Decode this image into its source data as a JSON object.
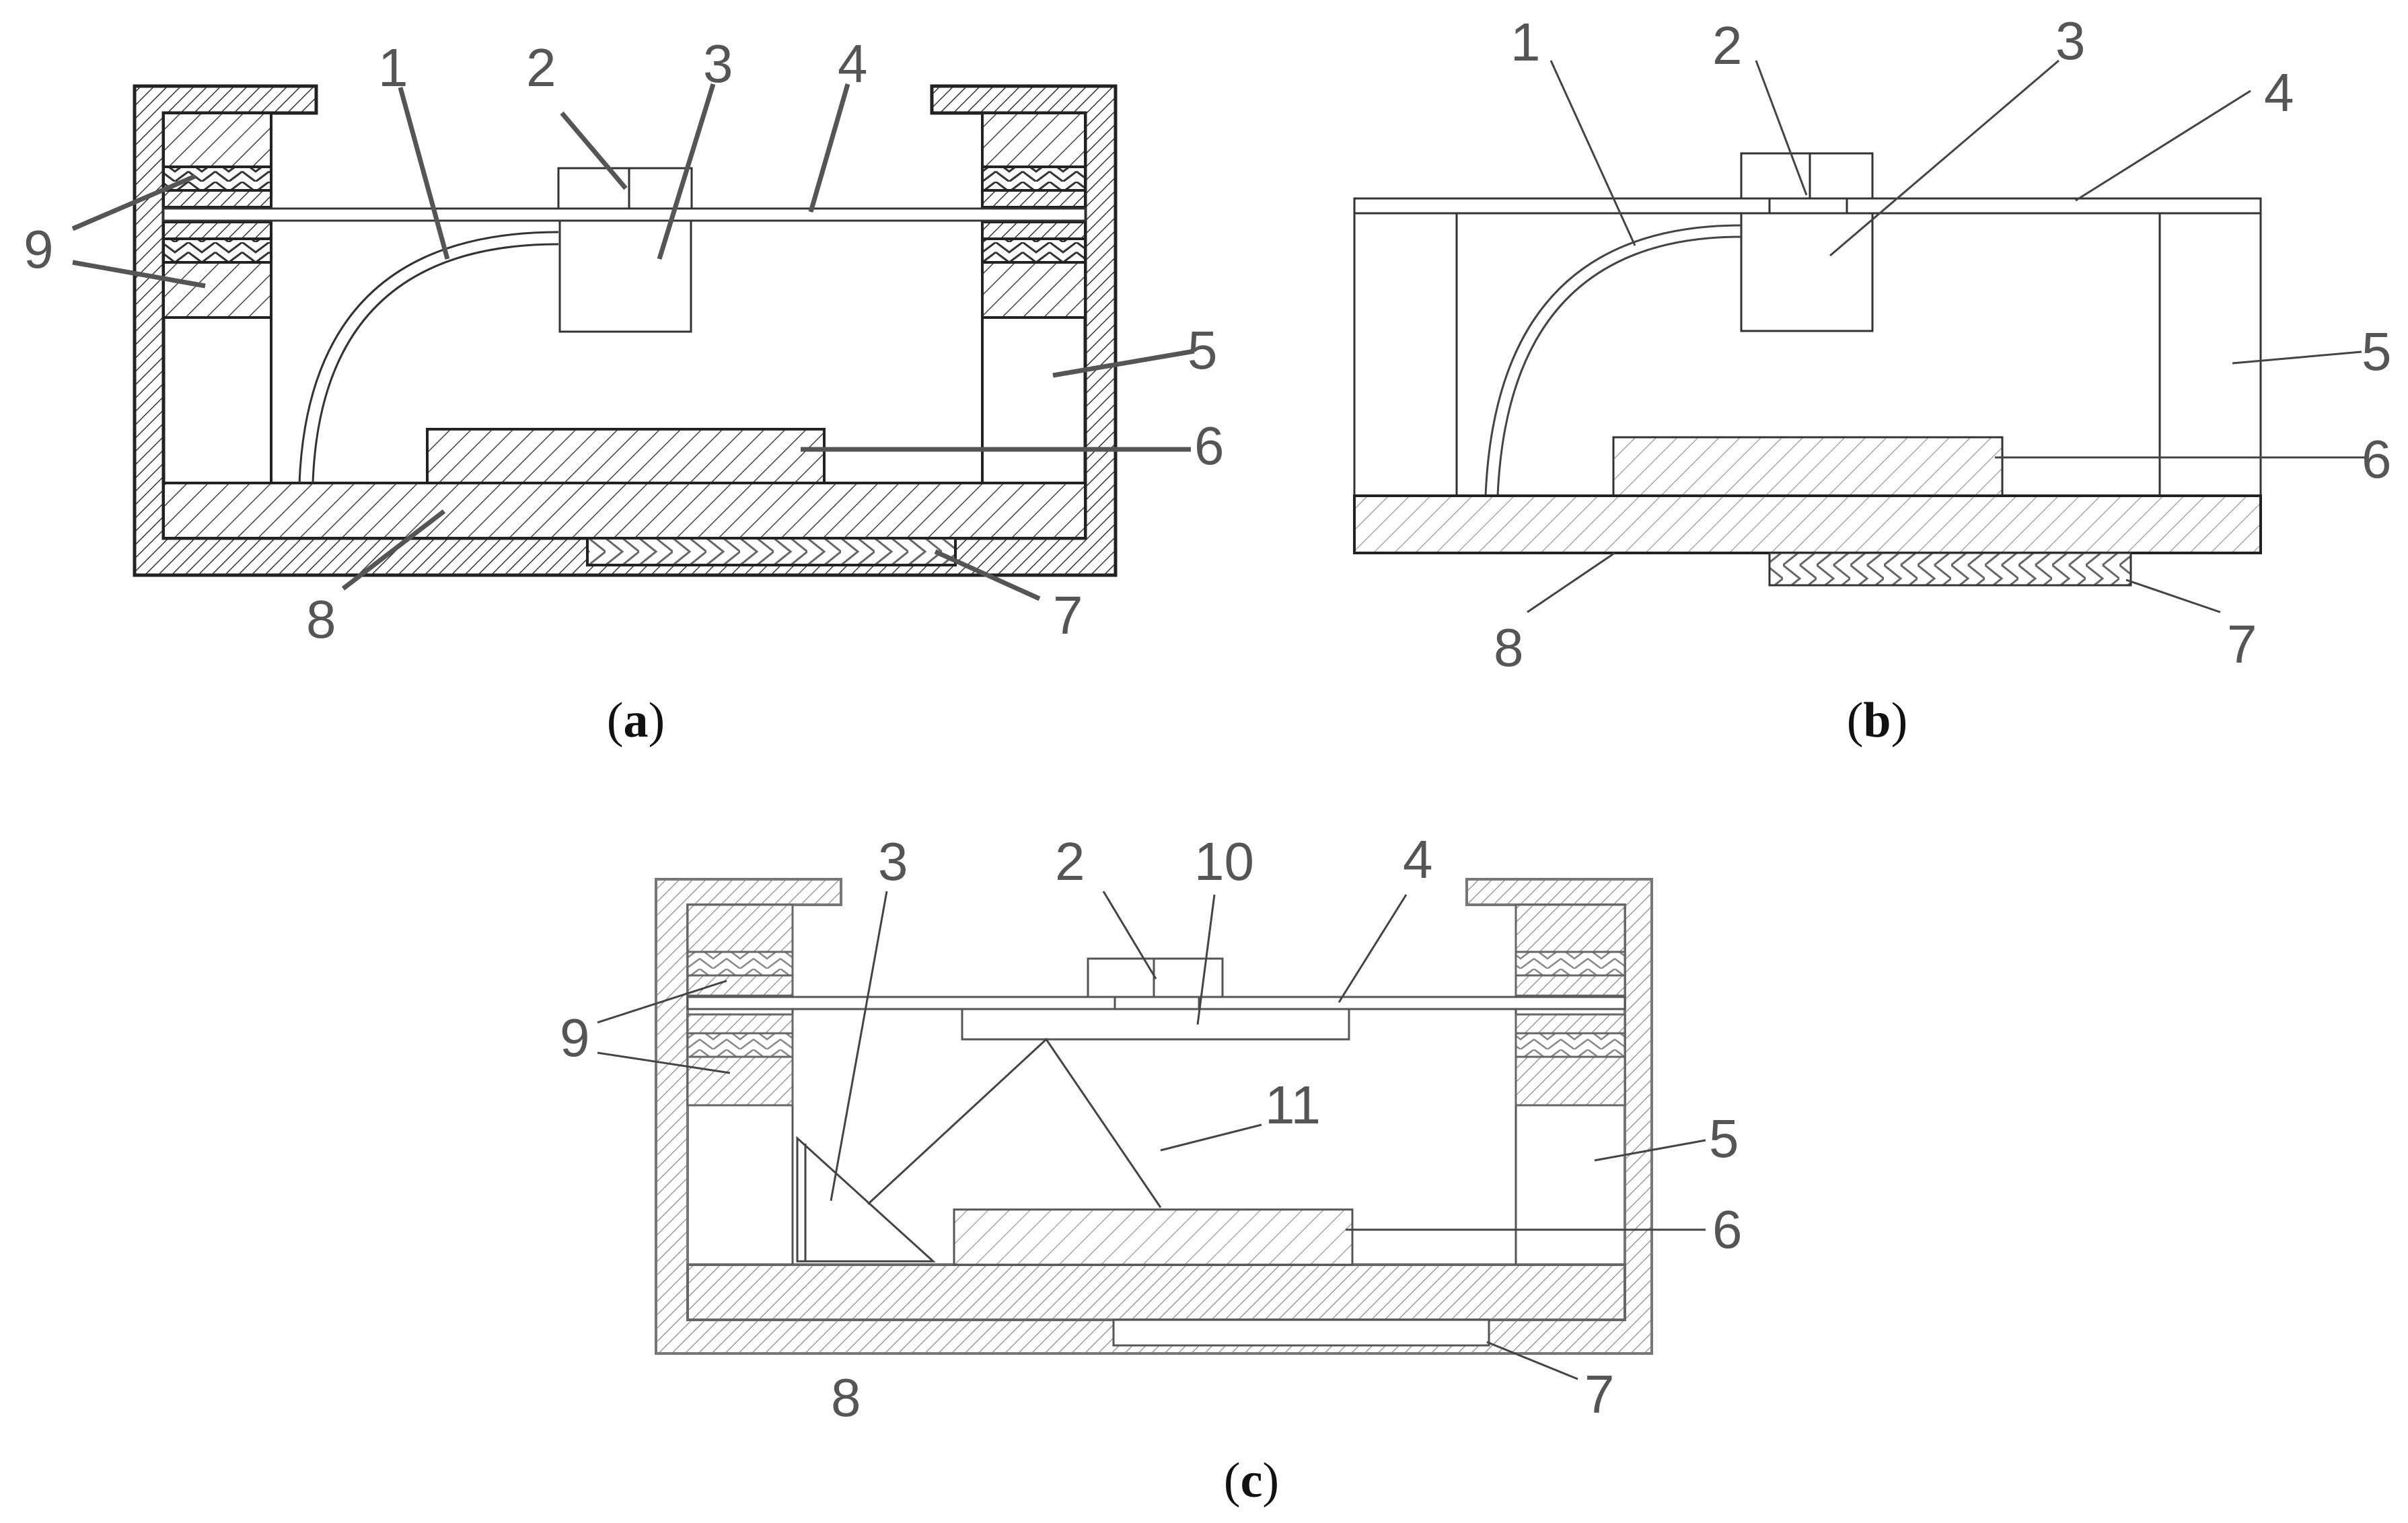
{
  "panels": {
    "a": {
      "caption_open": "(",
      "caption_letter": "a",
      "caption_close": ")",
      "labels": {
        "n1": "1",
        "n2": "2",
        "n3": "3",
        "n4": "4",
        "n5": "5",
        "n6": "6",
        "n7": "7",
        "n8": "8",
        "n9": "9"
      }
    },
    "b": {
      "caption_open": "(",
      "caption_letter": "b",
      "caption_close": ")",
      "labels": {
        "n1": "1",
        "n2": "2",
        "n3": "3",
        "n4": "4",
        "n5": "5",
        "n6": "6",
        "n7": "7",
        "n8": "8"
      }
    },
    "c": {
      "caption_open": "(",
      "caption_letter": "c",
      "caption_close": ")",
      "labels": {
        "n2": "2",
        "n3": "3",
        "n4": "4",
        "n5": "5",
        "n6": "6",
        "n7": "7",
        "n8": "8",
        "n9": "9",
        "n10": "10",
        "n11": "11"
      }
    }
  },
  "colors": {
    "outline_dark": "#222222",
    "outline_light": "#777777",
    "label_text": "#555555"
  }
}
